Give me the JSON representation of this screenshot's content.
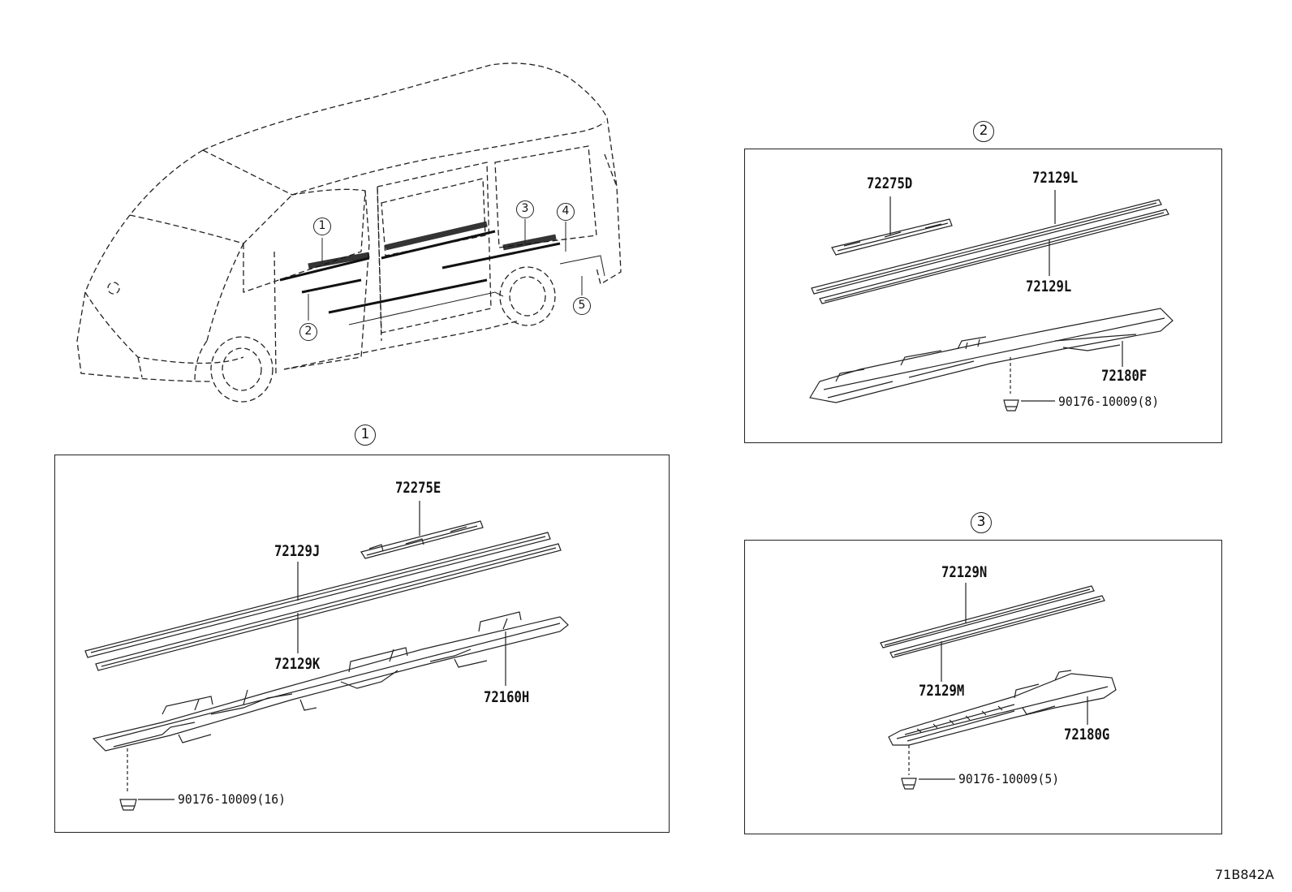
{
  "diagram": {
    "drawing_code": "71B842A",
    "overview": {
      "callouts": [
        "1",
        "2",
        "3",
        "4",
        "5"
      ]
    },
    "panels": [
      {
        "id": "1",
        "parts": {
          "clip": "72275E",
          "upper_strip": "72129J",
          "lower_strip": "72129K",
          "step_plate": "72160H",
          "fastener": "90176-10009(16)"
        }
      },
      {
        "id": "2",
        "parts": {
          "clip": "72275D",
          "upper_strip": "72129L",
          "lower_strip": "72129L",
          "step_plate": "72180F",
          "fastener": "90176-10009(8)"
        }
      },
      {
        "id": "3",
        "parts": {
          "upper_strip": "72129N",
          "lower_strip": "72129M",
          "step_plate": "72180G",
          "fastener": "90176-10009(5)"
        }
      }
    ]
  }
}
